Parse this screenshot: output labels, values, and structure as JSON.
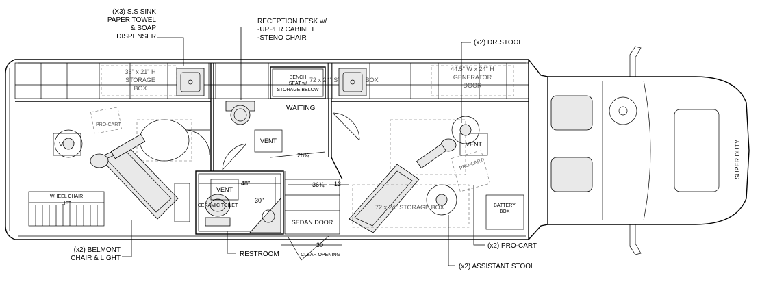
{
  "callouts": {
    "sink": [
      "(X3) S.S SINK",
      "PAPER TOWEL",
      "& SOAP",
      "DISPENSER"
    ],
    "reception": [
      "RECEPTION DESK w/",
      "-UPPER CABINET",
      "-STENO CHAIR"
    ],
    "dr_stool": "(x2) DR.STOOL",
    "belmont": [
      "(x2) BELMONT",
      "CHAIR & LIGHT"
    ],
    "restroom": "RESTROOM",
    "pro_cart": "(x2) PRO-CART",
    "assistant_stool": "(x2) ASSISTANT STOOL"
  },
  "rooms": {
    "waiting": "WAITING",
    "bench": [
      "BENCH",
      "SEAT w/",
      "STORAGE BELOW"
    ],
    "sedan_door": "SEDAN DOOR",
    "clear_opening_label": "CLEAR OPENING",
    "wheelchair": [
      "WHEEL CHAIR",
      "LIFT"
    ],
    "battery": [
      "BATTERY",
      "BOX"
    ],
    "pro_cart_tag_1": "PRO-CART",
    "pro_cart_tag_2": "PRO-CART",
    "toilet_tag": "CERAMIC TOILET",
    "vent": "VENT"
  },
  "storage": {
    "left_box": [
      "36\" x 21\" H",
      "STORAGE",
      "BOX"
    ],
    "mid_box": "72 x 24\" STORAGE BOX",
    "generator_box": [
      "44.5\" W x 24\" H",
      "GENERATOR",
      "DOOR"
    ],
    "bottom_box": "72 x 24\" STORAGE BOX"
  },
  "dimensions": {
    "d_30_clear": "30",
    "d_48": "48\"",
    "d_30_restroom": "30\"",
    "d_36": "36¾",
    "d_13": "13",
    "d_28": "28¾"
  },
  "truck": {
    "grille_text": "SUPER DUTY"
  }
}
